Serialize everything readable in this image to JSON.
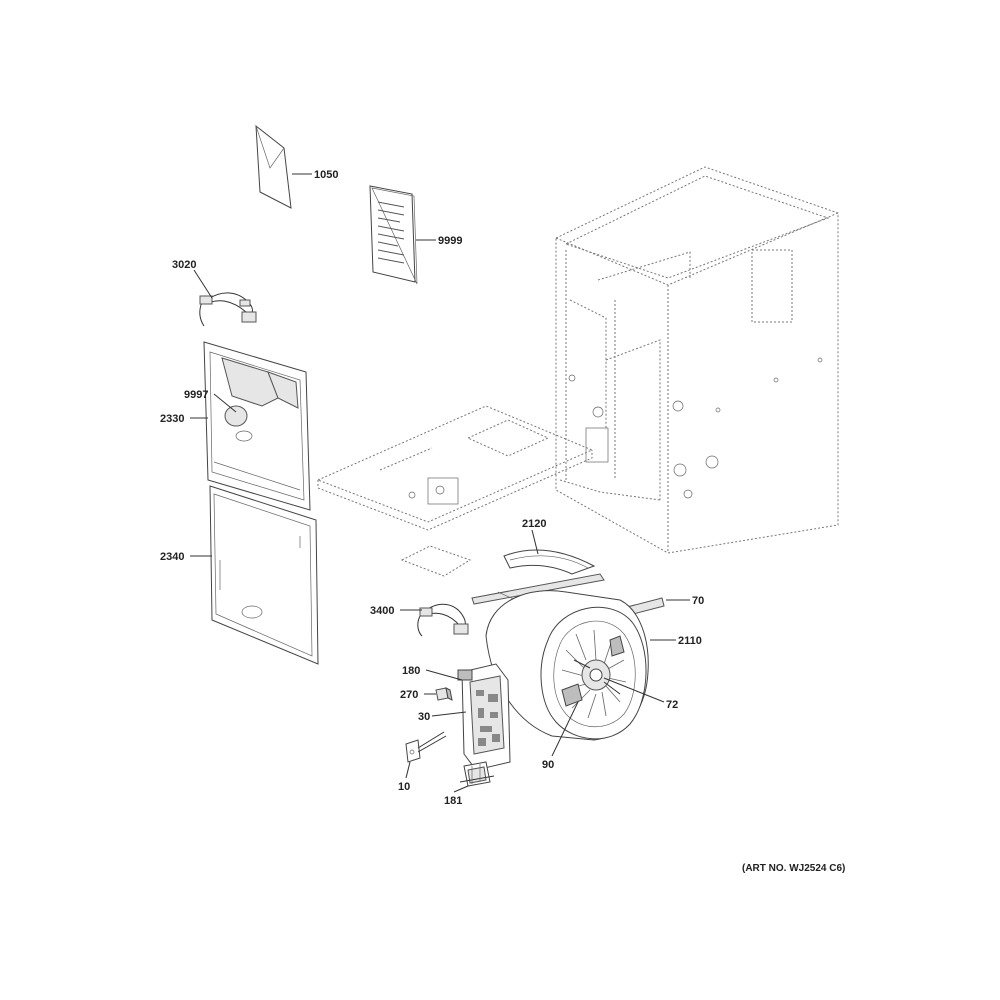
{
  "diagram": {
    "art_number": "(ART NO. WJ2524 C6)",
    "callouts": {
      "c1050": "1050",
      "c9999": "9999",
      "c3020": "3020",
      "c9997": "9997",
      "c2330": "2330",
      "c2340": "2340",
      "c2120": "2120",
      "c70": "70",
      "c3400": "3400",
      "c2110": "2110",
      "c180": "180",
      "c270": "270",
      "c30": "30",
      "c72": "72",
      "c90": "90",
      "c10": "10",
      "c181": "181"
    }
  }
}
